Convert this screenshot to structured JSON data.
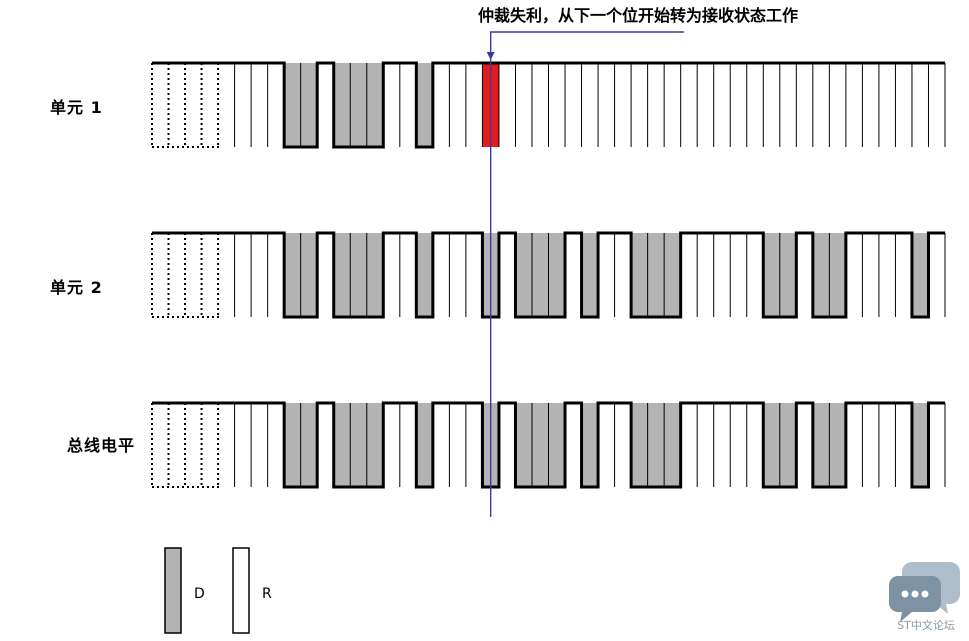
{
  "callout": {
    "text": "仲裁失利，从下一个位开始转为接收状态工作",
    "arrow_bit": 20
  },
  "rows": [
    {
      "label": "单元 1",
      "levels": [
        "R",
        "R",
        "R",
        "R",
        "R",
        "R",
        "R",
        "R",
        "D",
        "D",
        "R",
        "D",
        "D",
        "D",
        "R",
        "R",
        "D",
        "R",
        "R",
        "R",
        "X",
        "R",
        "R",
        "R",
        "R",
        "R",
        "R",
        "R",
        "R",
        "R",
        "R",
        "R",
        "R",
        "R",
        "R",
        "R",
        "R",
        "R",
        "R",
        "R",
        "R",
        "R",
        "R",
        "R",
        "R",
        "R",
        "R",
        "R"
      ]
    },
    {
      "label": "单元 2",
      "levels": [
        "R",
        "R",
        "R",
        "R",
        "R",
        "R",
        "R",
        "R",
        "D",
        "D",
        "R",
        "D",
        "D",
        "D",
        "R",
        "R",
        "D",
        "R",
        "R",
        "R",
        "D",
        "R",
        "D",
        "D",
        "D",
        "R",
        "D",
        "R",
        "R",
        "D",
        "D",
        "D",
        "R",
        "R",
        "R",
        "R",
        "R",
        "D",
        "D",
        "R",
        "D",
        "D",
        "R",
        "R",
        "R",
        "R",
        "D",
        "R"
      ]
    },
    {
      "label": "总线电平",
      "levels": [
        "R",
        "R",
        "R",
        "R",
        "R",
        "R",
        "R",
        "R",
        "D",
        "D",
        "R",
        "D",
        "D",
        "D",
        "R",
        "R",
        "D",
        "R",
        "R",
        "R",
        "D",
        "R",
        "D",
        "D",
        "D",
        "R",
        "D",
        "R",
        "R",
        "D",
        "D",
        "D",
        "R",
        "R",
        "R",
        "R",
        "R",
        "D",
        "D",
        "R",
        "D",
        "D",
        "R",
        "R",
        "R",
        "R",
        "D",
        "R"
      ]
    }
  ],
  "legend": [
    {
      "key": "D",
      "label": "D",
      "color": "#b3b3b3"
    },
    {
      "key": "R",
      "label": "R",
      "color": "#ffffff"
    }
  ],
  "colors": {
    "dominant": "#b3b3b3",
    "recessive": "#ffffff",
    "lost": "#e31b1b",
    "marker": "#3a3aa0",
    "outline": "#000000"
  },
  "watermark": {
    "text": "ST中文论坛",
    "icon": "chat-bubbles-icon"
  }
}
